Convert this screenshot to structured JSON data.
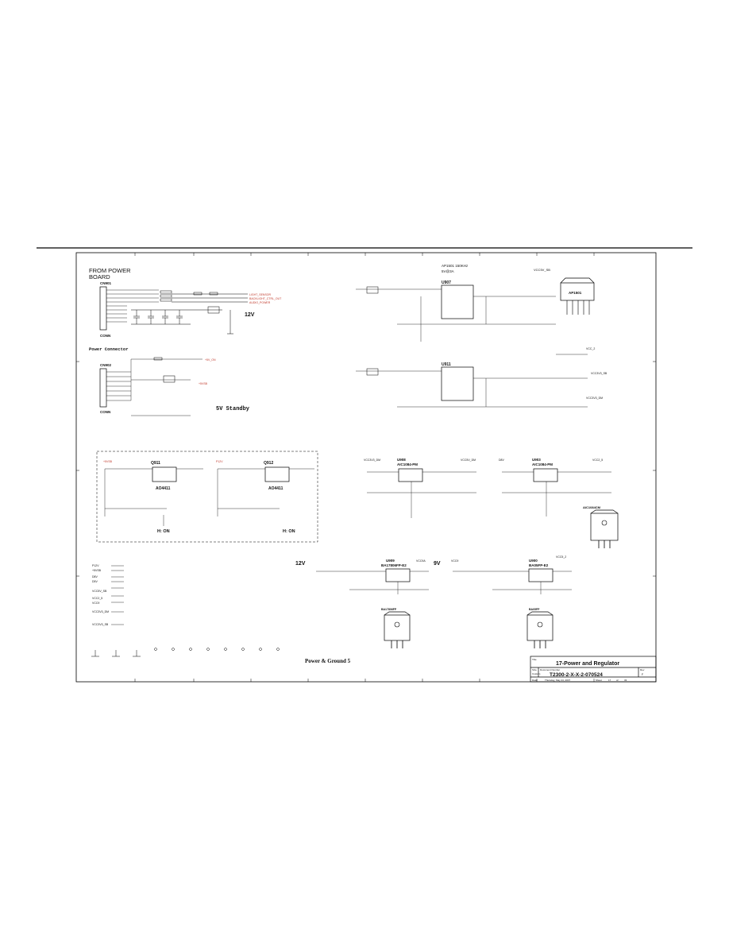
{
  "sheet": {
    "top_heading": "FROM POWER",
    "top_heading2": "BOARD",
    "power_connector": "Power Connector",
    "standby_label": "5V Standby",
    "v12_top": "12V",
    "v12_left": "12V",
    "v9": "9V",
    "hi_on_1": "H: ON",
    "hi_on_2": "H: ON",
    "footer_note": "Power & Ground 5",
    "chip_ap1501": "AP1501",
    "chip_aic1084": "AIC1084CM",
    "chip_ba17806": "BA17806FP",
    "chip_ba05fp": "BA05FP"
  },
  "connectors": {
    "cn901": "CN901",
    "cn902": "CN902",
    "conn": "CONN"
  },
  "regulators": {
    "u907_note": "AP1501 150KHz",
    "u907_note2": "5V@3A",
    "u907": "U907",
    "u911": "U911",
    "u908": "U908",
    "u908_part": "AIC1084-PM",
    "u903": "U903",
    "u903_part": "AIC1084-PM",
    "u909": "U909",
    "u909_part": "BA17806FP-E2",
    "u900": "U900",
    "u900_part": "BA05FP-E2"
  },
  "mosfets": {
    "q911": "Q911",
    "q911_part": "AO4411",
    "q912": "Q912",
    "q912_part": "AO4411"
  },
  "nets": {
    "vcc5v_sb": "VCC5V_SB",
    "vcc3v3_sb": "VCC3V3_SB",
    "vcc3v3_dm": "VCC3V3_DM",
    "vcc5v_dm": "VCC5V_DM",
    "vcc2_5": "VCC2_5",
    "vcc_2": "VCC_2",
    "vcc9a": "VCC9A",
    "vcc9": "VCC9",
    "vcc5_2": "VCC5_2",
    "p12v": "P12V",
    "p5vsb": "+5VSB",
    "d8v": "D8V",
    "d5v": "D5V",
    "ps_on": "+5V_ON"
  },
  "title_block": {
    "title_lbl": "Title",
    "title": "17-Power and Regulator",
    "size_lbl": "Size",
    "docnum_lbl": "Document Number",
    "rev_lbl": "Rev",
    "docnum": "T2300-2-X-X-2-070524",
    "rev": "F",
    "size": "Custom",
    "date_lbl": "Date:",
    "date": "Thursday, May 24, 2007",
    "sheet_lbl": "Sheet",
    "sheet_num": "17",
    "of_lbl": "of",
    "sheet_total": "33"
  }
}
